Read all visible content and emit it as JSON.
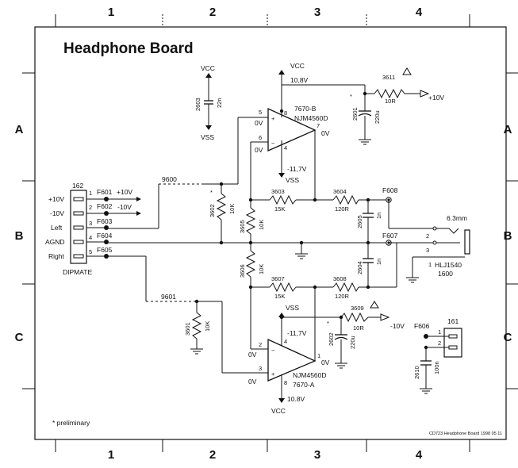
{
  "title": "Headphone Board",
  "footer": "CD723 Headphone Board 1998 05 11",
  "note": "* preliminary",
  "grid": {
    "cols": [
      "1",
      "2",
      "3",
      "4"
    ],
    "rows": [
      "A",
      "B",
      "C"
    ]
  },
  "power": {
    "vcc": "VCC",
    "vss": "VSS"
  },
  "connector_162": {
    "ref": "162",
    "type": "DIPMATE",
    "pins": [
      {
        "num": "1",
        "label": "+10V",
        "fuse": "F601",
        "net": "+10V"
      },
      {
        "num": "2",
        "label": "-10V",
        "fuse": "F602",
        "net": "-10V"
      },
      {
        "num": "3",
        "label": "Left",
        "fuse": "F603",
        "net": ""
      },
      {
        "num": "4",
        "label": "AGND",
        "fuse": "F604",
        "net": ""
      },
      {
        "num": "5",
        "label": "Right",
        "fuse": "F605",
        "net": ""
      }
    ]
  },
  "nets": {
    "left": "9600",
    "right": "9601"
  },
  "opamp_b": {
    "ref": "7670-B",
    "part": "NJM4560D",
    "pin_plus": "5",
    "pin_minus": "6",
    "pin_out": "7",
    "pin_vcc": "8",
    "pin_vss": "4",
    "v_plus": "0V",
    "v_minus": "0V",
    "v_out": "0V",
    "v_vcc": "10,8V",
    "v_vss": "-11,7V"
  },
  "opamp_a": {
    "ref": "7670-A",
    "part": "NJM4560D",
    "pin_plus": "3",
    "pin_minus": "2",
    "pin_out": "1",
    "pin_vcc": "4",
    "pin_vss": "8",
    "v_plus": "0V",
    "v_minus": "0V",
    "v_out": "0V",
    "v_vcc": "-11,7V",
    "v_vss": "10.8V"
  },
  "components": {
    "c2603": {
      "ref": "2603",
      "value": "22n"
    },
    "r3611": {
      "ref": "3611",
      "value": "10R",
      "net": "+10V"
    },
    "c2601": {
      "ref": "2601",
      "value": "220u",
      "mark": "*"
    },
    "r3602": {
      "ref": "3602",
      "value": "10K",
      "mark": "*"
    },
    "r3603": {
      "ref": "3603",
      "value": "15K"
    },
    "r3604": {
      "ref": "3604",
      "value": "120R"
    },
    "r3605": {
      "ref": "3605",
      "value": "10K"
    },
    "c2605": {
      "ref": "2605",
      "value": "1n"
    },
    "r3606": {
      "ref": "3606",
      "value": "10K"
    },
    "c2604": {
      "ref": "2604",
      "value": "1n"
    },
    "r3607": {
      "ref": "3607",
      "value": "15K"
    },
    "r3608": {
      "ref": "3608",
      "value": "120R"
    },
    "r3609": {
      "ref": "3609",
      "value": "10R",
      "net": "-10V"
    },
    "c2602": {
      "ref": "2602",
      "value": "220u",
      "mark": "*"
    },
    "r3601": {
      "ref": "3601",
      "value": "10K"
    },
    "c2610": {
      "ref": "2610",
      "value": "100n"
    }
  },
  "fuses_out": {
    "f606": "F606",
    "f607": "F607",
    "f608": "F608"
  },
  "jack": {
    "size": "6.3mm",
    "part": "HLJ1540",
    "ref": "1600",
    "pin1": "1",
    "pin2": "2",
    "pin3": "3"
  },
  "connector_161": {
    "ref": "161",
    "pin1": "1",
    "pin2": "2"
  }
}
